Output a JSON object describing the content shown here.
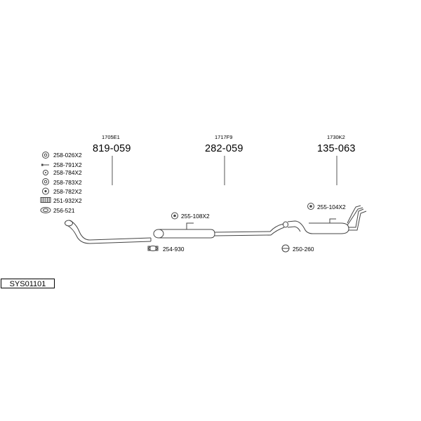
{
  "system_code": "SYS01101",
  "parts": [
    {
      "oe": "1705E1",
      "number": "819-059"
    },
    {
      "oe": "1717F9",
      "number": "282-059"
    },
    {
      "oe": "1730K2",
      "number": "135-063"
    }
  ],
  "legend": [
    {
      "label": "258-026X2",
      "icon": "ring-clamp-icon"
    },
    {
      "label": "258-791X2",
      "icon": "bolt-icon"
    },
    {
      "label": "258-784X2",
      "icon": "washer-icon"
    },
    {
      "label": "258-783X2",
      "icon": "nut-icon"
    },
    {
      "label": "258-782X2",
      "icon": "nut-icon"
    },
    {
      "label": "251-932X2",
      "icon": "spring-icon"
    },
    {
      "label": "256-521",
      "icon": "gasket-icon"
    }
  ],
  "callouts": {
    "mid_hanger": "255-108X2",
    "clamp_mid": "254-930",
    "rear_hanger": "255-104X2",
    "clamp_rear": "250-260"
  }
}
